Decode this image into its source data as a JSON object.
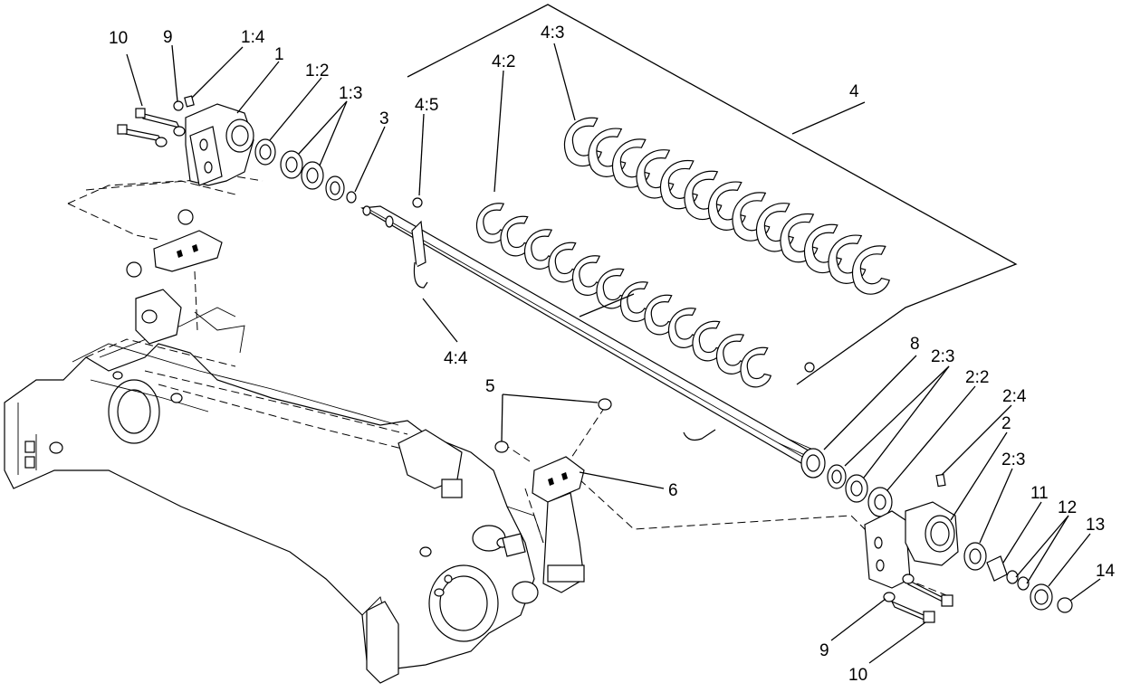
{
  "callouts": [
    {
      "id": "c10-top",
      "text": "10"
    },
    {
      "id": "c9-top",
      "text": "9"
    },
    {
      "id": "c1-4",
      "text": "1:4"
    },
    {
      "id": "c1",
      "text": "1"
    },
    {
      "id": "c1-2",
      "text": "1:2"
    },
    {
      "id": "c1-3",
      "text": "1:3"
    },
    {
      "id": "c3",
      "text": "3"
    },
    {
      "id": "c4-5",
      "text": "4:5"
    },
    {
      "id": "c4-2",
      "text": "4:2"
    },
    {
      "id": "c4-3",
      "text": "4:3"
    },
    {
      "id": "c4",
      "text": "4"
    },
    {
      "id": "c4-4",
      "text": "4:4"
    },
    {
      "id": "c8",
      "text": "8"
    },
    {
      "id": "c2-3a",
      "text": "2:3"
    },
    {
      "id": "c2-2",
      "text": "2:2"
    },
    {
      "id": "c2-4",
      "text": "2:4"
    },
    {
      "id": "c2",
      "text": "2"
    },
    {
      "id": "c2-3b",
      "text": "2:3"
    },
    {
      "id": "c5",
      "text": "5"
    },
    {
      "id": "c6",
      "text": "6"
    },
    {
      "id": "c11",
      "text": "11"
    },
    {
      "id": "c12",
      "text": "12"
    },
    {
      "id": "c13",
      "text": "13"
    },
    {
      "id": "c14",
      "text": "14"
    },
    {
      "id": "c9-bottom",
      "text": "9"
    },
    {
      "id": "c10-bottom",
      "text": "10"
    }
  ]
}
